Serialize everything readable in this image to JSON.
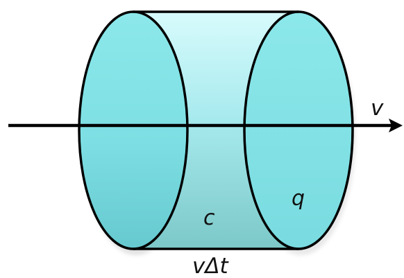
{
  "diagram": {
    "labels": {
      "velocity": "v",
      "charge": "q",
      "concentration": "c",
      "length": "vΔt"
    },
    "colors": {
      "outline": "#000000",
      "face_light": "#8ce8ea",
      "face_dark": "#66c9cf",
      "body_top": "#d8fbfc",
      "body_mid": "#a7eaee",
      "body_bottom": "#7cc8c8",
      "shadow": "#bfbfbf"
    }
  }
}
